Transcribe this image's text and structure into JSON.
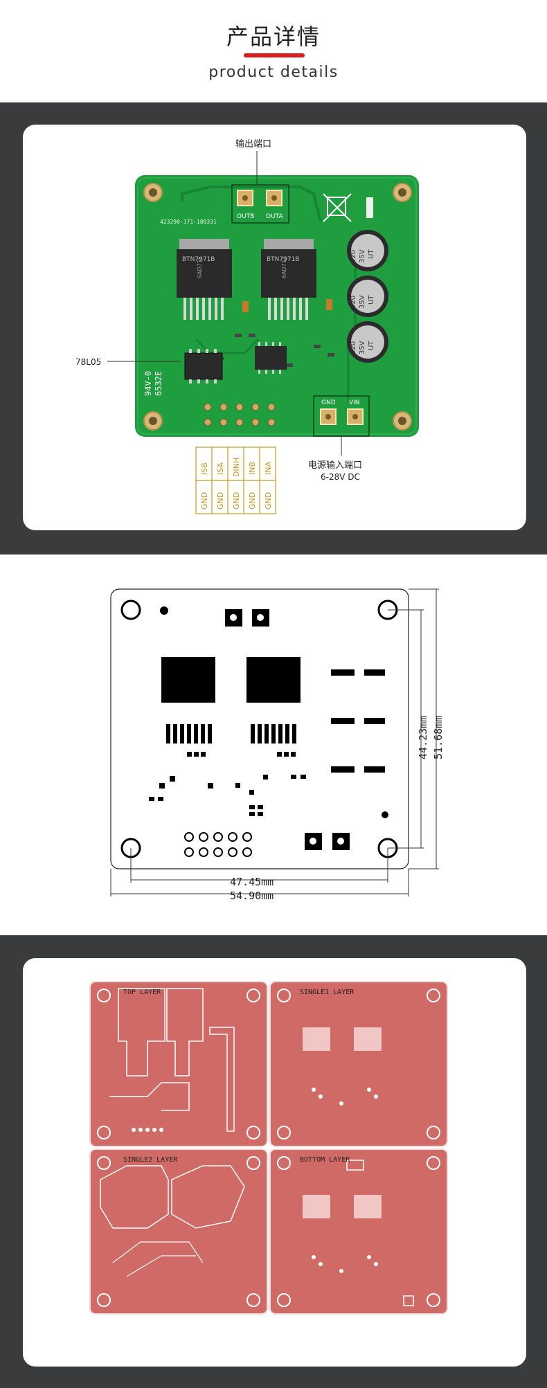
{
  "header": {
    "title": "产品详情",
    "subtitle": "product details"
  },
  "photo": {
    "output_port_label": "输出端口",
    "regulator_label": "78L05",
    "power_input_label": "电源输入端口",
    "voltage_label": "6-28V DC",
    "board_id": "423290-171-180331",
    "chip_label_1": "BTN7971B",
    "chip_label_2": "BTN7971B",
    "chip_code_1": "6AD715",
    "chip_code_2": "6AD713",
    "out_b": "OUTB",
    "out_a": "OUTA",
    "gnd": "GND",
    "vin": "VIN",
    "side_code_1": "94V-0",
    "side_code_2": "6532E",
    "cap_value": "220",
    "cap_voltage": "35V",
    "cap_series": "UT",
    "pin_labels_top": [
      "ISB",
      "ISA",
      "DINH",
      "INB",
      "INA"
    ],
    "pin_labels_bottom": [
      "GND",
      "GND",
      "GND",
      "GND",
      "GND"
    ],
    "colors": {
      "pcb": "#1e9e3e",
      "pin_label": "#c99a1a",
      "gold": "#c8a060"
    }
  },
  "dimensions": {
    "inner_width": "47.45mm",
    "outer_width": "54.90mm",
    "inner_height": "44.23mm",
    "outer_height": "51.68mm"
  },
  "layers": {
    "top": "TOP LAYER",
    "single1": "SINGLE1 LAYER",
    "single2": "SINGLE2 LAYER",
    "bottom": "BOTTOM LAYER",
    "colors": {
      "copper": "#d06a66"
    }
  }
}
